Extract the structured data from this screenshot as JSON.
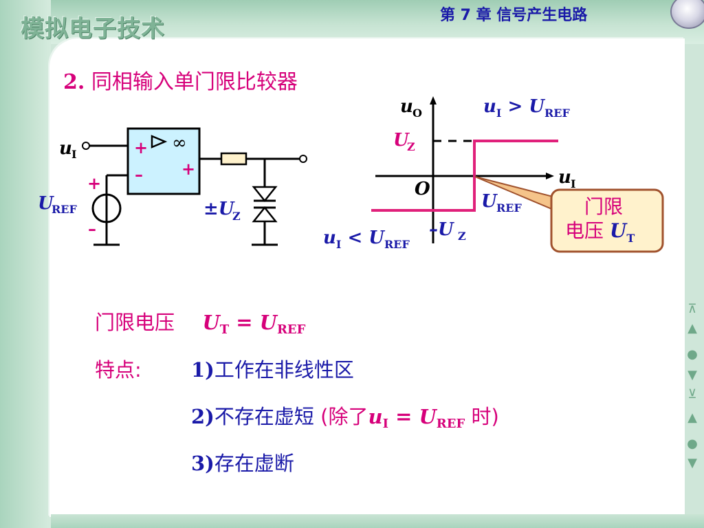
{
  "header": {
    "logo": "模拟电子技术",
    "chapter": "第 7 章    信号产生电路"
  },
  "title": {
    "number": "2.",
    "text": "同相输入单门限比较器"
  },
  "circuit": {
    "input_label": "u",
    "input_sub": "I",
    "plus_in": "+",
    "minus_in": "–",
    "plus_out": "+",
    "infinity": "∞",
    "ref_plus": "+",
    "ref_minus": "–",
    "ref_label": "U",
    "ref_sub": "REF",
    "zener_label": "±U",
    "zener_sub": "Z"
  },
  "graph": {
    "y_axis": "u",
    "y_sub": "O",
    "x_axis": "u",
    "x_sub": "I",
    "origin": "O",
    "uz_pos": "U",
    "uz_pos_sub": "Z",
    "uz_neg": "–U",
    "uz_neg_sub": "Z",
    "uref": "U",
    "uref_sub": "REF",
    "cond_high": "u",
    "cond_high_sub": "I",
    "cond_high_op": " > U",
    "cond_high_sub2": "REF",
    "cond_low": "u",
    "cond_low_sub": "I",
    "cond_low_op": " < U",
    "cond_low_sub2": "REF",
    "callout_line1": "门限",
    "callout_line2": "电压 ",
    "callout_var": "U",
    "callout_sub": "T"
  },
  "body": {
    "threshold_label": "门限电压",
    "threshold_lhs": "U",
    "threshold_lhs_sub": "T",
    "threshold_eq": " = ",
    "threshold_rhs": "U",
    "threshold_rhs_sub": "REF",
    "features_label": "特点:",
    "f1_num": "1)",
    "f1_text": "工作在非线性区",
    "f2_num": "2)",
    "f2_text": "不存在虚短",
    "f2_paren_open": "(除了",
    "f2_var": "u",
    "f2_var_sub": "I",
    "f2_eq": " = ",
    "f2_var2": "U",
    "f2_var2_sub": "REF",
    "f2_tail": " 时)",
    "f3_num": "3)",
    "f3_text": "存在虚断"
  },
  "colors": {
    "blue": "#1a1aa8",
    "magenta": "#d6007a",
    "opamp_fill": "#ccf2ff",
    "callout_fill": "#fff2cc",
    "callout_border": "#a0522d"
  },
  "nav": [
    "first-icon",
    "prev-icon",
    "home-icon",
    "next-icon",
    "last-icon",
    "back-icon",
    "dot-icon",
    "end-icon"
  ]
}
